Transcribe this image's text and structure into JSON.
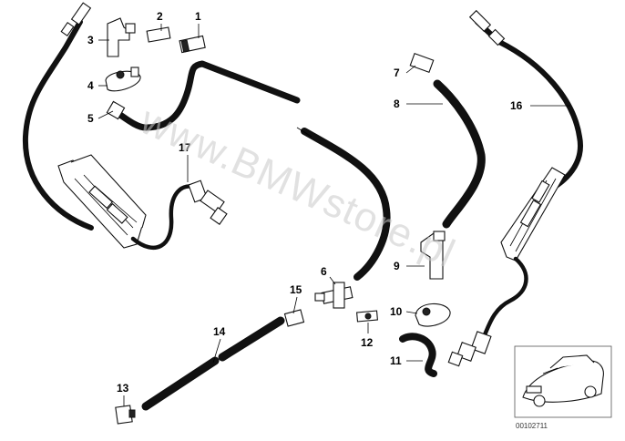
{
  "watermark": "www.BMWstore.pl",
  "reference_number": "00102711",
  "callouts": [
    "1",
    "2",
    "3",
    "4",
    "5",
    "6",
    "7",
    "8",
    "9",
    "10",
    "11",
    "12",
    "13",
    "14",
    "15",
    "16",
    "17"
  ]
}
